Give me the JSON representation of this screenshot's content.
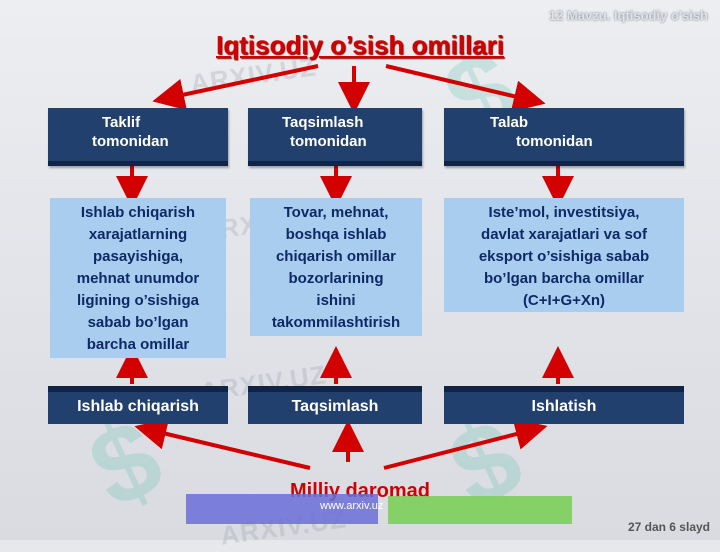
{
  "header_note": "12 Mavzu. Iqtisodiy o'sish",
  "title": "Iqtisodiy o’sish omillari",
  "watermark": "ARXIV.UZ",
  "top_boxes": [
    {
      "line1": "Taklif",
      "line2": "tomonidan"
    },
    {
      "line1": "Taqsimlash",
      "line2": "tomonidan"
    },
    {
      "line1": "Talab",
      "line2": "tomonidan"
    }
  ],
  "content_boxes": [
    {
      "lines": [
        "Ishlab chiqarish",
        "xarajatlarning",
        "pasayishiga,",
        "mehnat unumdor",
        "ligining o’sishiga",
        "sabab bo’lgan",
        "barcha omillar"
      ]
    },
    {
      "lines": [
        "Tovar, mehnat,",
        "boshqa ishlab",
        "chiqarish omillar",
        "bozorlarining",
        "ishini",
        "takommilashtirish"
      ]
    },
    {
      "lines": [
        "Iste’mol, investitsiya,",
        "davlat xarajatlari va sof",
        "eksport o’sishiga sabab",
        "bo’lgan barcha omillar",
        "(C+I+G+Xn)"
      ]
    }
  ],
  "bottom_boxes": [
    "Ishlab chiqarish",
    "Taqsimlash",
    "Ishlatish"
  ],
  "bottom_title": "Milliy daromad",
  "bar_text": "www.arxiv.uz",
  "footer": "27 dan 6 slayd",
  "colors": {
    "title": "#d20000",
    "header_box": "#22406e",
    "content_box": "#a9cdee",
    "arrow": "#d20000"
  }
}
